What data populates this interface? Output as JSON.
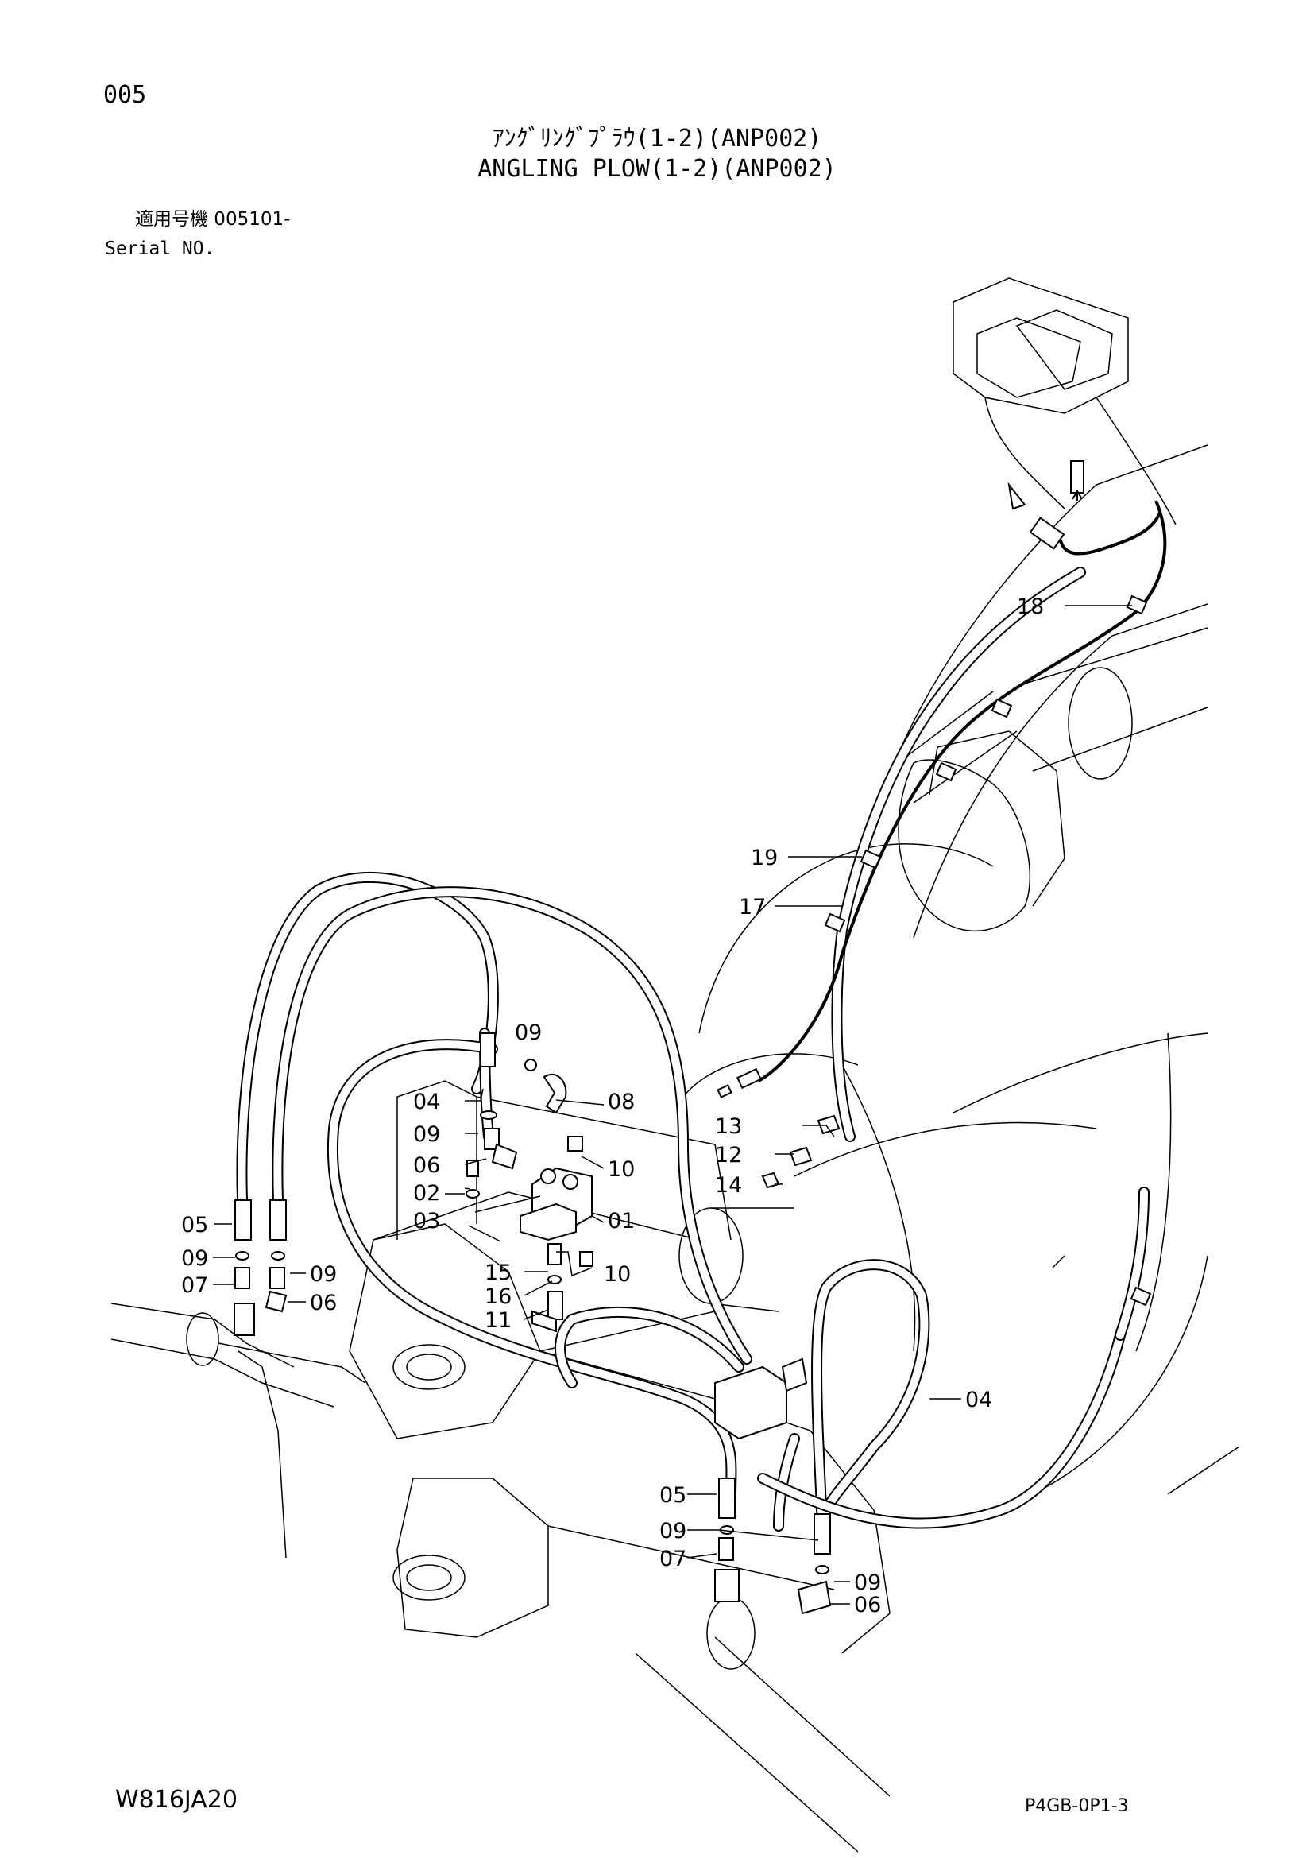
{
  "header": {
    "page_no": "005",
    "title_jp": "ｱﾝｸﾞﾘﾝｸﾞﾌﾟﾗｳ(1-2)(ANP002)",
    "title_en": "ANGLING PLOW(1-2)(ANP002)",
    "serial_jp": "適用号機 005101-",
    "serial_en": "Serial NO."
  },
  "footer": {
    "drawing_code": "W816JA20",
    "sheet_code": "P4GB-0P1-3"
  },
  "callouts": {
    "c01": "01",
    "c02": "02",
    "c03": "03",
    "c04a": "04",
    "c04b": "04",
    "c05a": "05",
    "c05b": "05",
    "c06a": "06",
    "c06b": "06",
    "c06c": "06",
    "c07a": "07",
    "c07b": "07",
    "c08": "08",
    "c09a": "09",
    "c09b": "09",
    "c09c": "09",
    "c09d": "09",
    "c09e": "09",
    "c09f": "09",
    "c10a": "10",
    "c10b": "10",
    "c11": "11",
    "c12": "12",
    "c13": "13",
    "c14": "14",
    "c15": "15",
    "c16": "16",
    "c17": "17",
    "c18": "18",
    "c19": "19"
  }
}
